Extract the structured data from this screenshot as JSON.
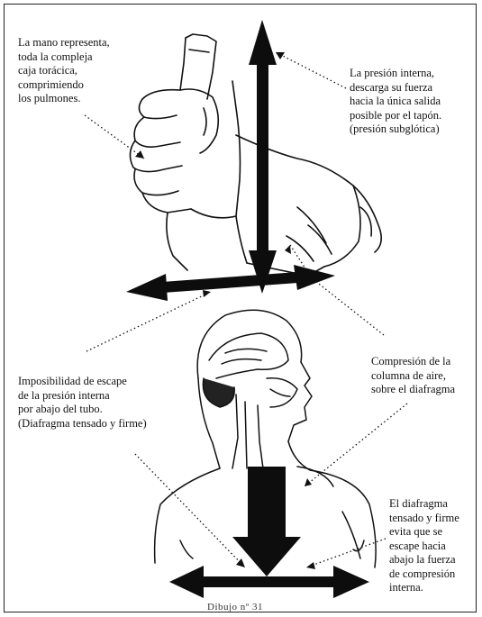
{
  "annotations": {
    "hand": "La mano representa,\ntoda la compleja\ncaja torácica,\ncomprimiendo\nlos pulmones.",
    "internal_pressure": "La presión interna,\ndescarga su fuerza\nhacia la única salida\nposible por el tapón.\n(presión subglótica)",
    "no_escape": "Imposibilidad de escape\nde la presión interna\npor abajo del tubo.\n(Diafragma tensado y firme)",
    "air_column": "Compresión de la\ncolumna de aire,\nsobre el diafragma",
    "diaphragm": "El diafragma\ntensado y firme\nevita que se\nescape hacia\nabajo la fuerza\nde compresión\ninterna."
  },
  "caption": "Dibujo nº 31",
  "colors": {
    "ink": "#111111",
    "arrow": "#0d0d0d",
    "border": "#222222"
  }
}
